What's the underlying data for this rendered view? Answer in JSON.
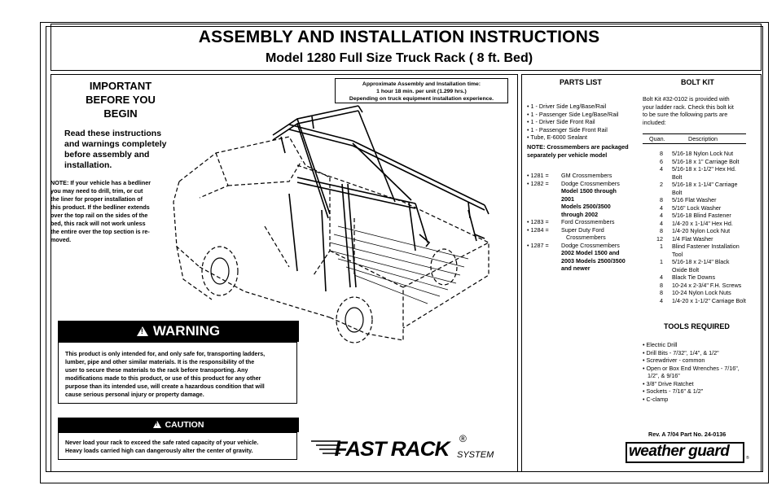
{
  "header": {
    "title": "ASSEMBLY AND INSTALLATION INSTRUCTIONS",
    "subtitle": "Model 1280 Full Size Truck Rack ( 8 ft. Bed)"
  },
  "important": {
    "line1": "IMPORTANT",
    "line2": "BEFORE YOU",
    "line3": "BEGIN",
    "read_lines": [
      "Read these instructions",
      "and  warnings completely",
      "before assembly and",
      "installation."
    ],
    "note_lines": [
      "NOTE: If your vehicle has a bedliner",
      "you may need to drill, trim, or cut",
      "the liner for proper installation of",
      "this product. If the bedliner extends",
      "over the top rail on the sides of the",
      "bed, this rack will not work unless",
      "the entire over the top section is re-",
      "moved."
    ]
  },
  "time_box": {
    "line1": "Approximate Assembly and Installation time:",
    "line2": "1 hour 18 min. per unit (1.299 hrs.)",
    "line3": "Depending on truck equipment installation experience."
  },
  "warning": {
    "title": "WARNING",
    "lines": [
      "This product is only intended for, and only safe for, transporting ladders,",
      "lumber, pipe and other similar materials. It is the responsibility of the",
      "user to secure these materials to the rack before transporting. Any",
      "modifications made to this product, or use of this product for any other",
      "purpose than its intended use, will create a hazardous condition that will",
      "cause serious personal injury or property damage."
    ]
  },
  "caution": {
    "title": "CAUTION",
    "lines": [
      "Never load your rack to exceed the safe rated capacity of your vehicle.",
      "Heavy loads carried high can dangerously alter the center of gravity."
    ]
  },
  "parts_list": {
    "title": "PARTS LIST",
    "items": [
      "• 1 - Driver Side Leg/Base/Rail",
      "• 1 - Passenger Side Leg/Base/Rail",
      "• 1 - Driver Side Front Rail",
      "• 1 - Passenger Side Front Rail",
      "• Tube, E-6000 Sealant"
    ],
    "note_lines": [
      "NOTE: Crossmembers are packaged",
      "separately per vehicle model"
    ],
    "crossmembers": [
      {
        "bullet": "• 1281  =",
        "lines": [
          "GM Crossmembers"
        ],
        "bold": []
      },
      {
        "bullet": "• 1282  =",
        "lines": [
          "Dodge Crossmembers",
          "Model 1500 through",
          "2001",
          "Models 2500/3500",
          " through 2002"
        ],
        "bold": [
          1,
          2,
          3,
          4
        ]
      },
      {
        "bullet": "• 1283  =",
        "lines": [
          "Ford Crossmembers"
        ],
        "bold": []
      },
      {
        "bullet": "• 1284  =",
        "lines": [
          "Super Duty Ford",
          "   Crossmembers"
        ],
        "bold": []
      },
      {
        "bullet": "• 1287  =",
        "lines": [
          "Dodge Crossmembers",
          "2002 Model 1500 and",
          "2003 Models 2500/3500",
          "and newer"
        ],
        "bold": [
          1,
          2,
          3
        ]
      }
    ]
  },
  "bolt_kit": {
    "title": "BOLT KIT",
    "intro_lines": [
      "Bolt Kit #32-0102 is provided with",
      "your ladder rack. Check this bolt kit",
      "to be sure the following parts are",
      "included:"
    ],
    "col_quan": "Quan.",
    "col_desc": "Description",
    "rows": [
      {
        "q": "8",
        "d": [
          "5/16-18 Nylon Lock Nut"
        ]
      },
      {
        "q": "6",
        "d": [
          "5/16-18 x 1\" Carriage Bolt"
        ]
      },
      {
        "q": "4",
        "d": [
          "5/16-18 x 1-1/2\" Hex Hd.",
          "Bolt"
        ]
      },
      {
        "q": "2",
        "d": [
          "5/16-18 x 1-1/4\" Carriage",
          "Bolt"
        ]
      },
      {
        "q": "8",
        "d": [
          "5/16 Flat Washer"
        ]
      },
      {
        "q": "4",
        "d": [
          "5/16\" Lock Washer"
        ]
      },
      {
        "q": "4",
        "d": [
          "5/16-18 Blind Fastener"
        ]
      },
      {
        "q": "4",
        "d": [
          "1/4-20 x 1-1/4\" Hex Hd."
        ]
      },
      {
        "q": "8",
        "d": [
          "1/4-20 Nylon Lock Nut"
        ]
      },
      {
        "q": "12",
        "d": [
          "1/4 Flat Washer"
        ]
      },
      {
        "q": "1",
        "d": [
          "Blind Fastener Installation",
          "Tool"
        ]
      },
      {
        "q": "1",
        "d": [
          "5/16-18 x 2-1/4\" Black",
          "Oxide Bolt"
        ]
      },
      {
        "q": "4",
        "d": [
          "Black Tie Downs"
        ]
      },
      {
        "q": "8",
        "d": [
          "10-24 x 2-3/4\" F.H. Screws"
        ]
      },
      {
        "q": "8",
        "d": [
          "10-24 Nylon Lock Nuts"
        ]
      },
      {
        "q": "4",
        "d": [
          "1/4-20 x 1-1/2\" Carriage Bolt"
        ]
      }
    ]
  },
  "tools": {
    "title": "TOOLS REQUIRED",
    "items": [
      "• Electric Drill",
      "• Drill Bits - 7/32\", 1/4\", & 1/2\"",
      "• Screwdriver - common",
      "• Open or Box End Wrenches - 7/16\",",
      "   1/2\", & 9/16\"",
      "• 3/8\" Drive Ratchet",
      "• Sockets - 7/16\" & 1/2\"",
      "• C-clamp"
    ]
  },
  "footer": {
    "rev": "Rev.   A 7/04  Part No. 24-0136",
    "brand_fast": "FAST RACK",
    "brand_reg": "®",
    "brand_system": "SYSTEM",
    "brand_wg": "weather guard",
    "brand_wg_reg": "®"
  }
}
